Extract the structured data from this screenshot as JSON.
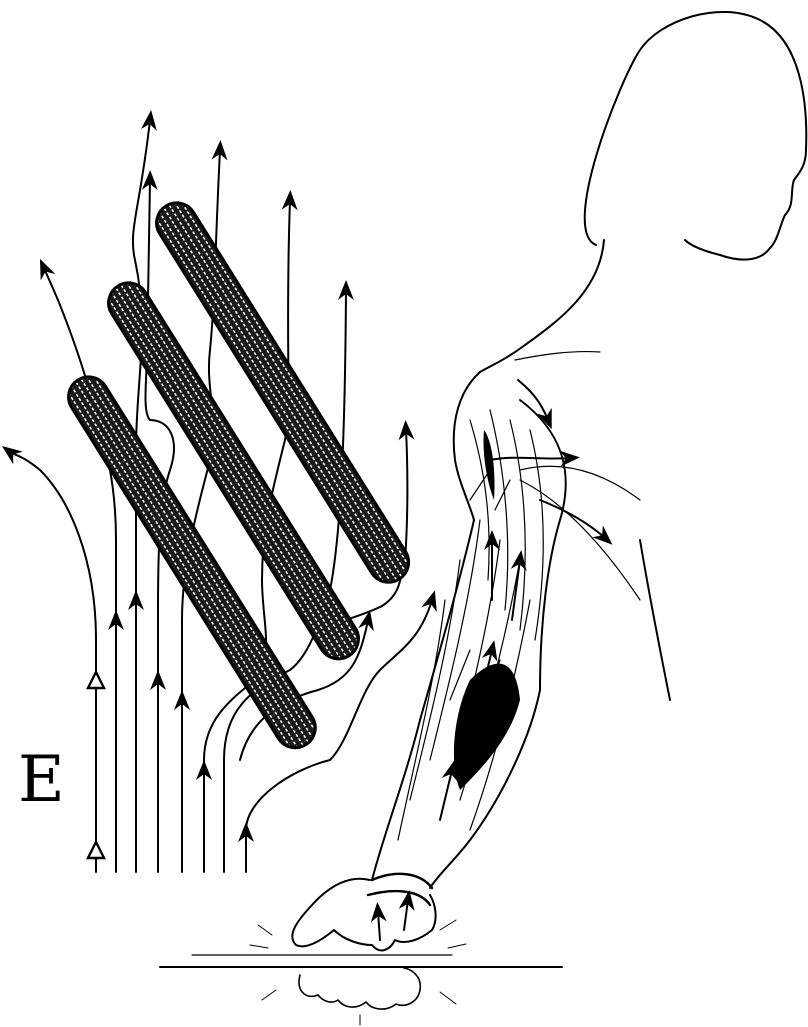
{
  "figure": {
    "field_label": "E",
    "colors": {
      "ink": "#000000",
      "background": "#ffffff",
      "rod_fill": "#1a1a1a",
      "rod_dots": "#ffffff"
    },
    "elements": {
      "rods": 3,
      "field_lines": 13,
      "hollow_arrowheads": 2
    },
    "icons": [
      "arrow-up-icon",
      "rod-icon",
      "human-figure-icon",
      "hand-icon"
    ]
  }
}
